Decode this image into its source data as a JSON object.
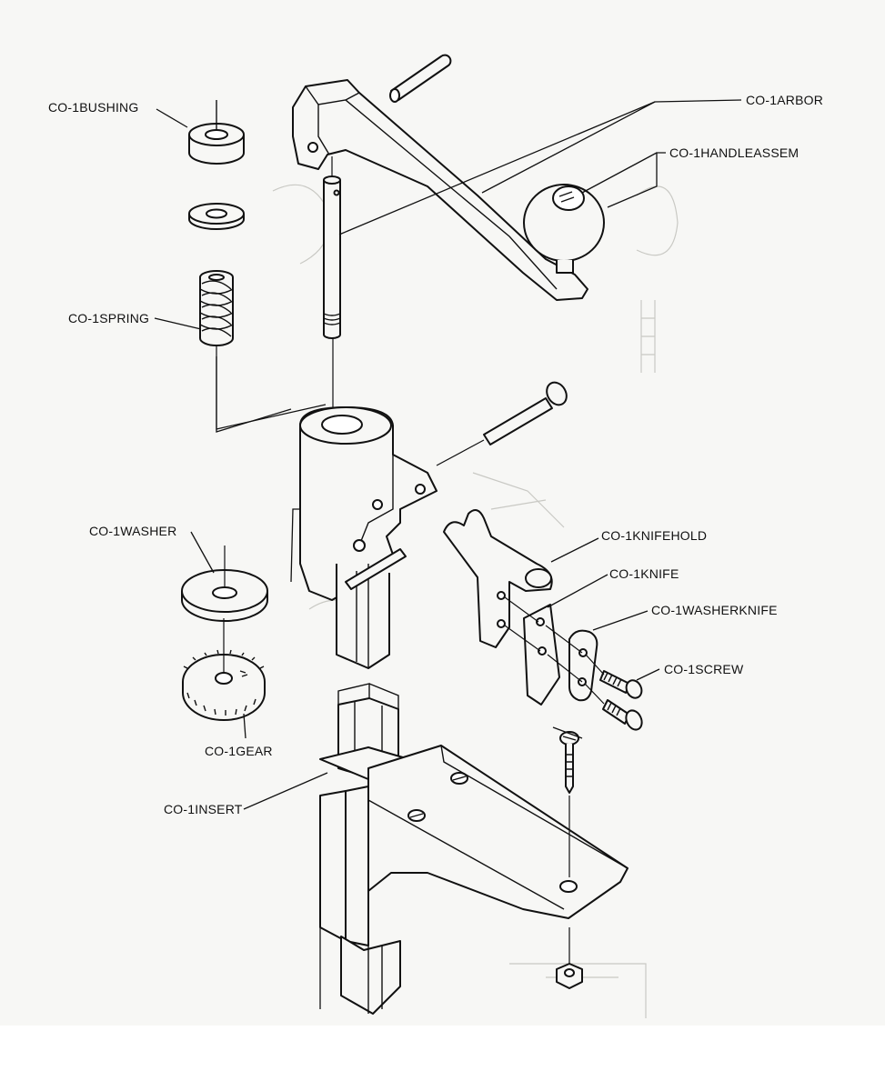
{
  "labels": {
    "bushing": "CO-1BUSHING",
    "arbor": "CO-1ARBOR",
    "handle": "CO-1HANDLEASSEM",
    "spring": "CO-1SPRING",
    "washer": "CO-1WASHER",
    "knifehold": "CO-1KNIFEHOLD",
    "knife": "CO-1KNIFE",
    "washerknife": "CO-1WASHERKNIFE",
    "screw": "CO-1SCREW",
    "gear": "CO-1GEAR",
    "insert": "CO-1INSERT"
  },
  "colors": {
    "ink": "#111111",
    "paper": "#f7f7f5",
    "ghost": "#c9c9c4"
  }
}
